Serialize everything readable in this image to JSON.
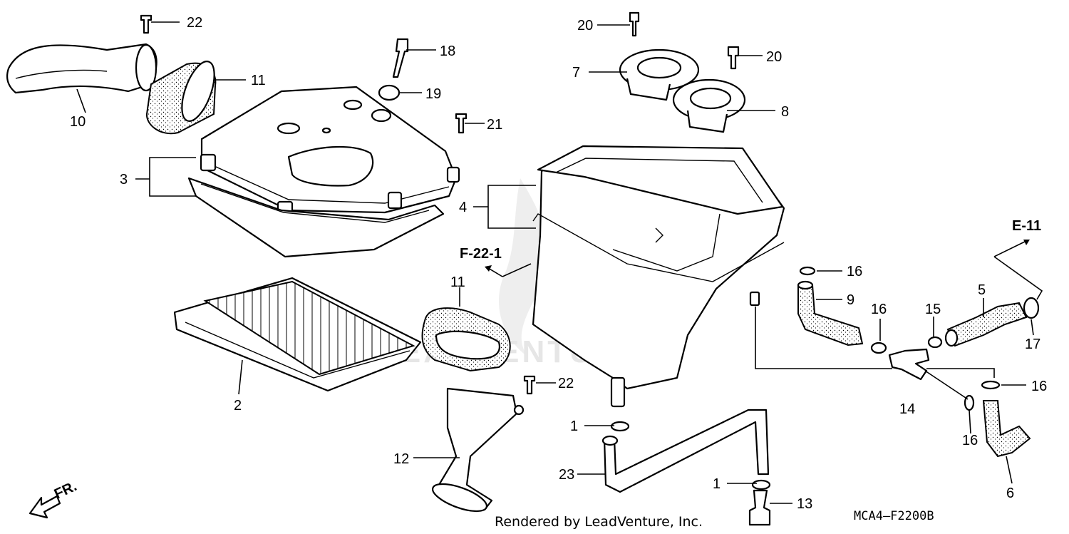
{
  "diagram": {
    "callouts": [
      "1",
      "1",
      "2",
      "3",
      "4",
      "5",
      "6",
      "7",
      "8",
      "9",
      "10",
      "11",
      "11",
      "12",
      "13",
      "14",
      "15",
      "16",
      "16",
      "16",
      "16",
      "17",
      "18",
      "19",
      "20",
      "20",
      "21",
      "22",
      "22",
      "23"
    ],
    "references": [
      "E-11",
      "F-22-1"
    ],
    "direction_label": "FR.",
    "diagram_code": "MCA4—F2200B",
    "footer_credit": "Rendered by LeadVenture, Inc.",
    "watermark_text": "LEADVENTURE",
    "colors": {
      "ink": "#000000",
      "watermark": "#e6e6e6",
      "background": "#ffffff"
    }
  }
}
